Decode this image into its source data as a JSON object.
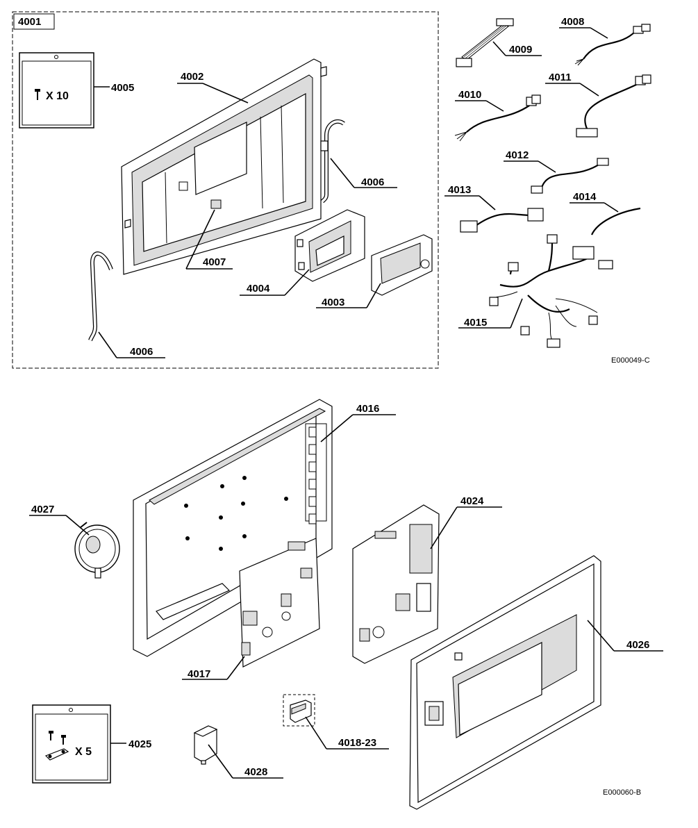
{
  "diagram": {
    "group_top": {
      "label": "4001",
      "drawing_code": "E000049-C"
    },
    "drawing_code_bottom": "E000060-B",
    "callouts": {
      "c4002": "4002",
      "c4003": "4003",
      "c4004": "4004",
      "c4005": "4005",
      "c4006a": "4006",
      "c4006b": "4006",
      "c4007": "4007",
      "c4008": "4008",
      "c4009": "4009",
      "c4010": "4010",
      "c4011": "4011",
      "c4012": "4012",
      "c4013": "4013",
      "c4014": "4014",
      "c4015": "4015",
      "c4016": "4016",
      "c4017": "4017",
      "c4018": "4018-23",
      "c4024": "4024",
      "c4025": "4025",
      "c4026": "4026",
      "c4027": "4027",
      "c4028": "4028"
    },
    "quantities": {
      "screws_4005": "X 10",
      "screws_4025": "X  5"
    },
    "colors": {
      "line": "#000000",
      "background": "#ffffff",
      "fill_gray": "#dcdcdc",
      "wire": "#000000"
    }
  }
}
